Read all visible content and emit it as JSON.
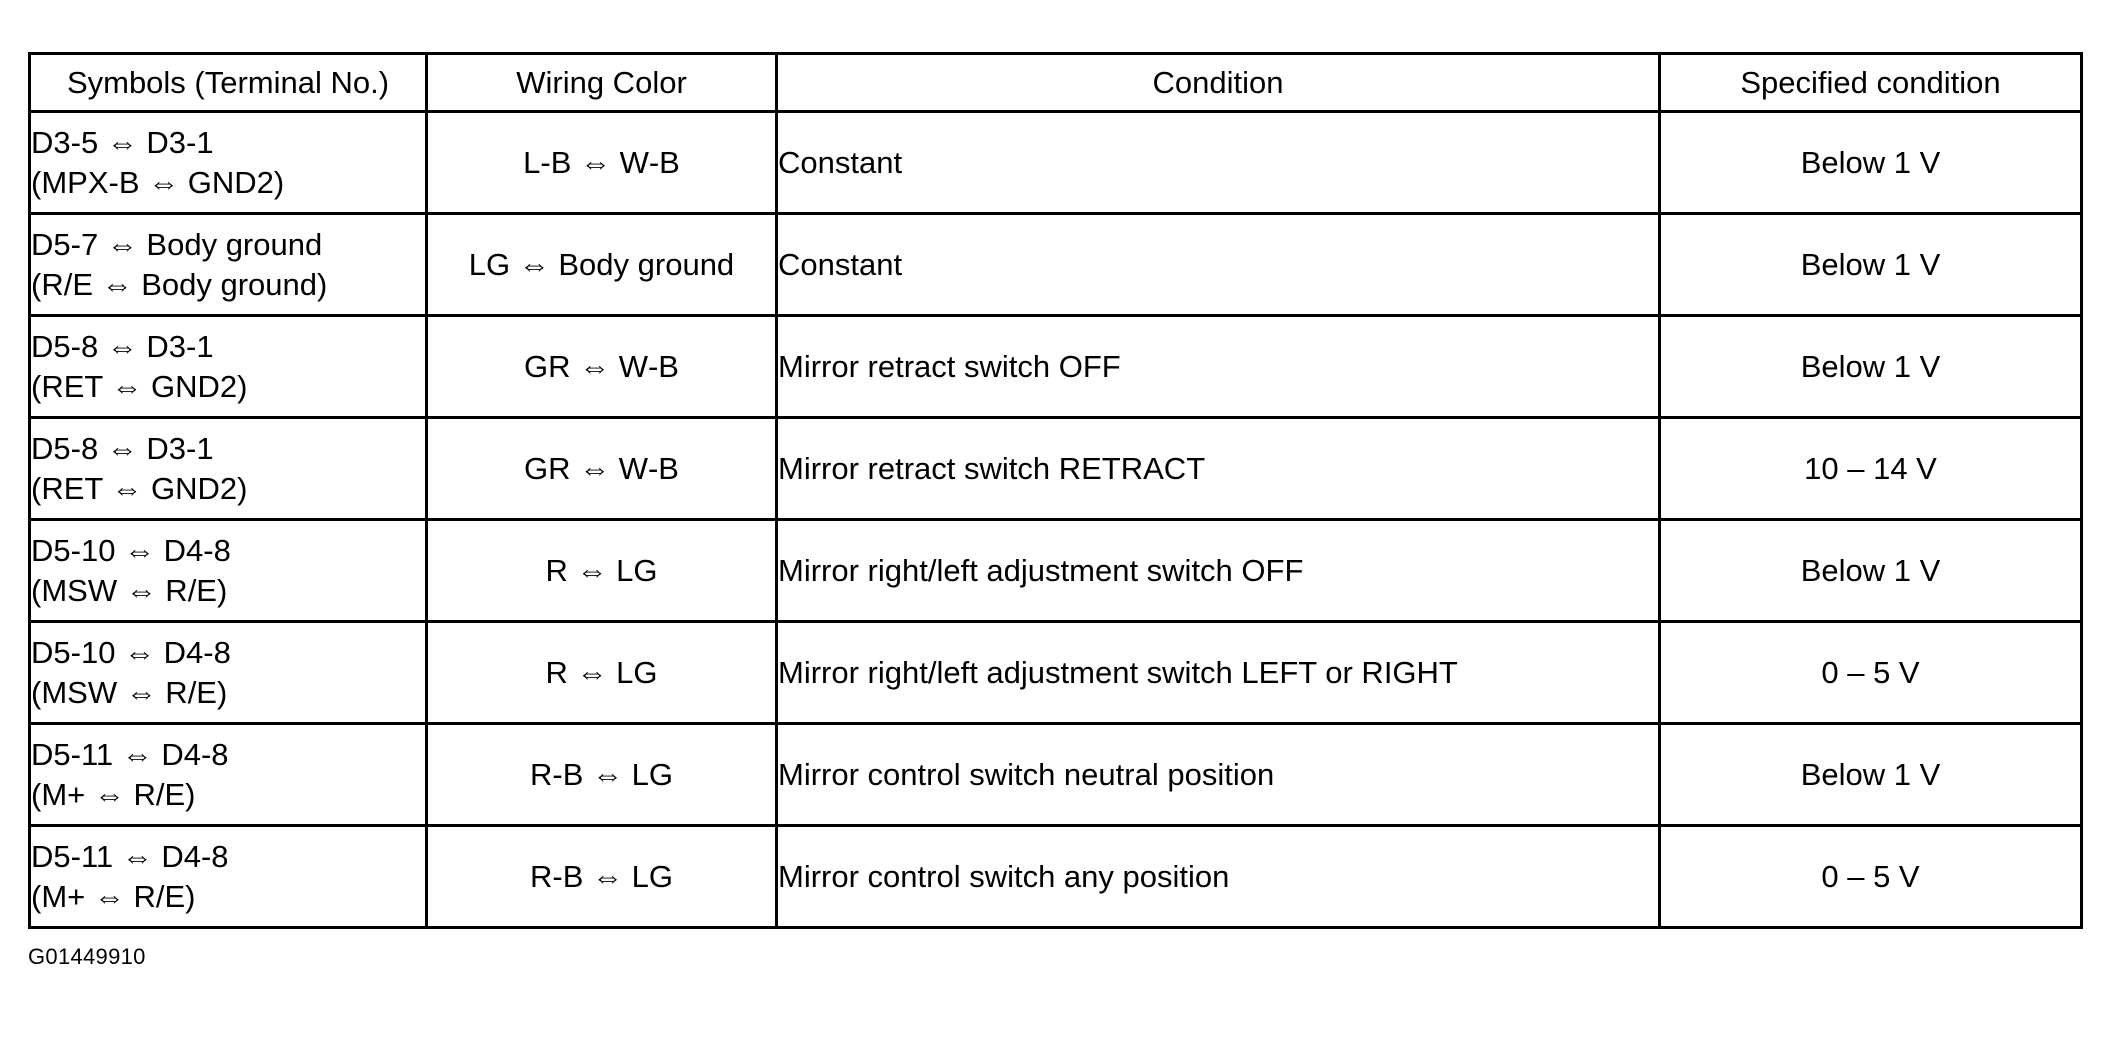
{
  "table": {
    "headers": [
      {
        "key": "symbols",
        "label": "Symbols (Terminal No.)"
      },
      {
        "key": "color",
        "label": "Wiring Color"
      },
      {
        "key": "condition",
        "label": "Condition"
      },
      {
        "key": "spec",
        "label": "Specified condition"
      }
    ],
    "rows": [
      {
        "symbol_terminals": "D3‑5 ⇔ D3‑1",
        "symbol_names": "(MPX‑B ⇔ GND2)",
        "wiring_color": "L‑B ⇔ W‑B",
        "condition": "Constant",
        "specified_condition": "Below 1 V"
      },
      {
        "symbol_terminals": "D5‑7 ⇔ Body ground",
        "symbol_names": "(R/E ⇔ Body ground)",
        "wiring_color": "LG ⇔ Body ground",
        "condition": "Constant",
        "specified_condition": "Below 1 V"
      },
      {
        "symbol_terminals": "D5‑8 ⇔ D3‑1",
        "symbol_names": "(RET ⇔ GND2)",
        "wiring_color": "GR ⇔ W‑B",
        "condition": "Mirror retract switch OFF",
        "specified_condition": "Below 1 V"
      },
      {
        "symbol_terminals": "D5‑8 ⇔ D3‑1",
        "symbol_names": "(RET ⇔ GND2)",
        "wiring_color": "GR ⇔ W‑B",
        "condition": "Mirror retract switch RETRACT",
        "specified_condition": "10 – 14 V"
      },
      {
        "symbol_terminals": "D5‑10 ⇔ D4‑8",
        "symbol_names": "(MSW ⇔ R/E)",
        "wiring_color": "R ⇔ LG",
        "condition": "Mirror right/left adjustment switch OFF",
        "specified_condition": "Below 1 V"
      },
      {
        "symbol_terminals": "D5‑10 ⇔ D4‑8",
        "symbol_names": "(MSW ⇔ R/E)",
        "wiring_color": "R ⇔ LG",
        "condition": "Mirror right/left adjustment switch LEFT or RIGHT",
        "specified_condition": "0 – 5 V"
      },
      {
        "symbol_terminals": "D5‑11 ⇔ D4‑8",
        "symbol_names": "(M+ ⇔ R/E)",
        "wiring_color": "R‑B ⇔ LG",
        "condition": "Mirror control switch neutral position",
        "specified_condition": "Below 1 V"
      },
      {
        "symbol_terminals": "D5‑11 ⇔ D4‑8",
        "symbol_names": "(M+ ⇔ R/E)",
        "wiring_color": "R‑B ⇔ LG",
        "condition": "Mirror control switch any position",
        "specified_condition": "0 – 5 V"
      }
    ]
  },
  "figure_code": "G01449910",
  "colors": {
    "background": "#ffffff",
    "text": "#000000",
    "border": "#000000"
  }
}
